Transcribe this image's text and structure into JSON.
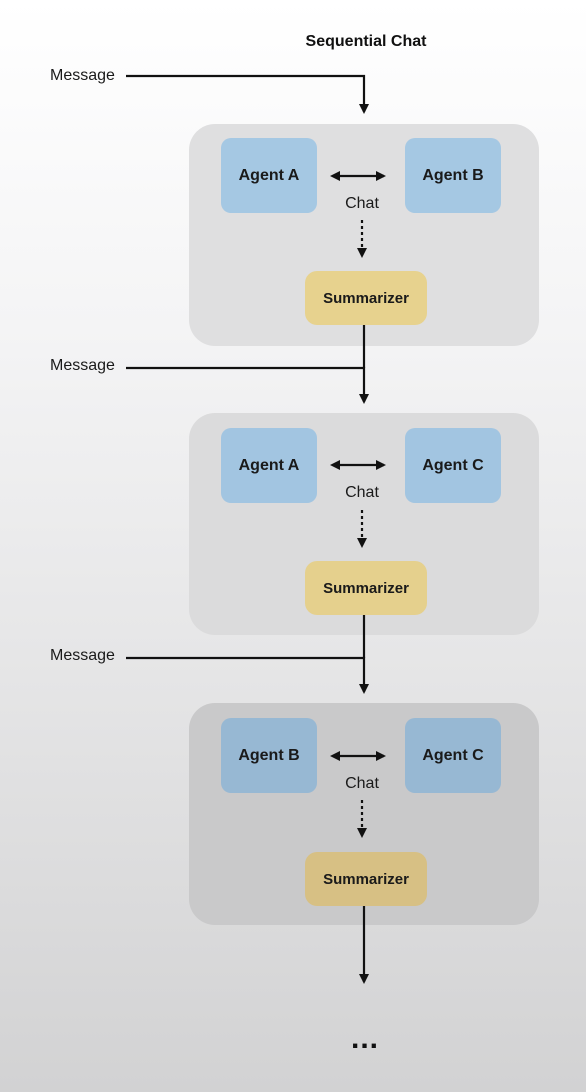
{
  "title": "Sequential Chat",
  "message_label": "Message",
  "ellipsis": "...",
  "stages": [
    {
      "left_agent": "Agent A",
      "right_agent": "Agent B",
      "chat_label": "Chat",
      "summarizer": "Summarizer"
    },
    {
      "left_agent": "Agent A",
      "right_agent": "Agent C",
      "chat_label": "Chat",
      "summarizer": "Summarizer"
    },
    {
      "left_agent": "Agent B",
      "right_agent": "Agent C",
      "chat_label": "Chat",
      "summarizer": "Summarizer"
    }
  ],
  "colors": {
    "stage_backgrounds": [
      "#dfdfe0",
      "#dbdbdc",
      "#c9c9ca"
    ],
    "agent": [
      "#a5c8e3",
      "#a2c5e1",
      "#97b8d3"
    ],
    "summarizer": [
      "#e7d28e",
      "#e5d08d",
      "#d7c084"
    ],
    "line": "#111111"
  }
}
